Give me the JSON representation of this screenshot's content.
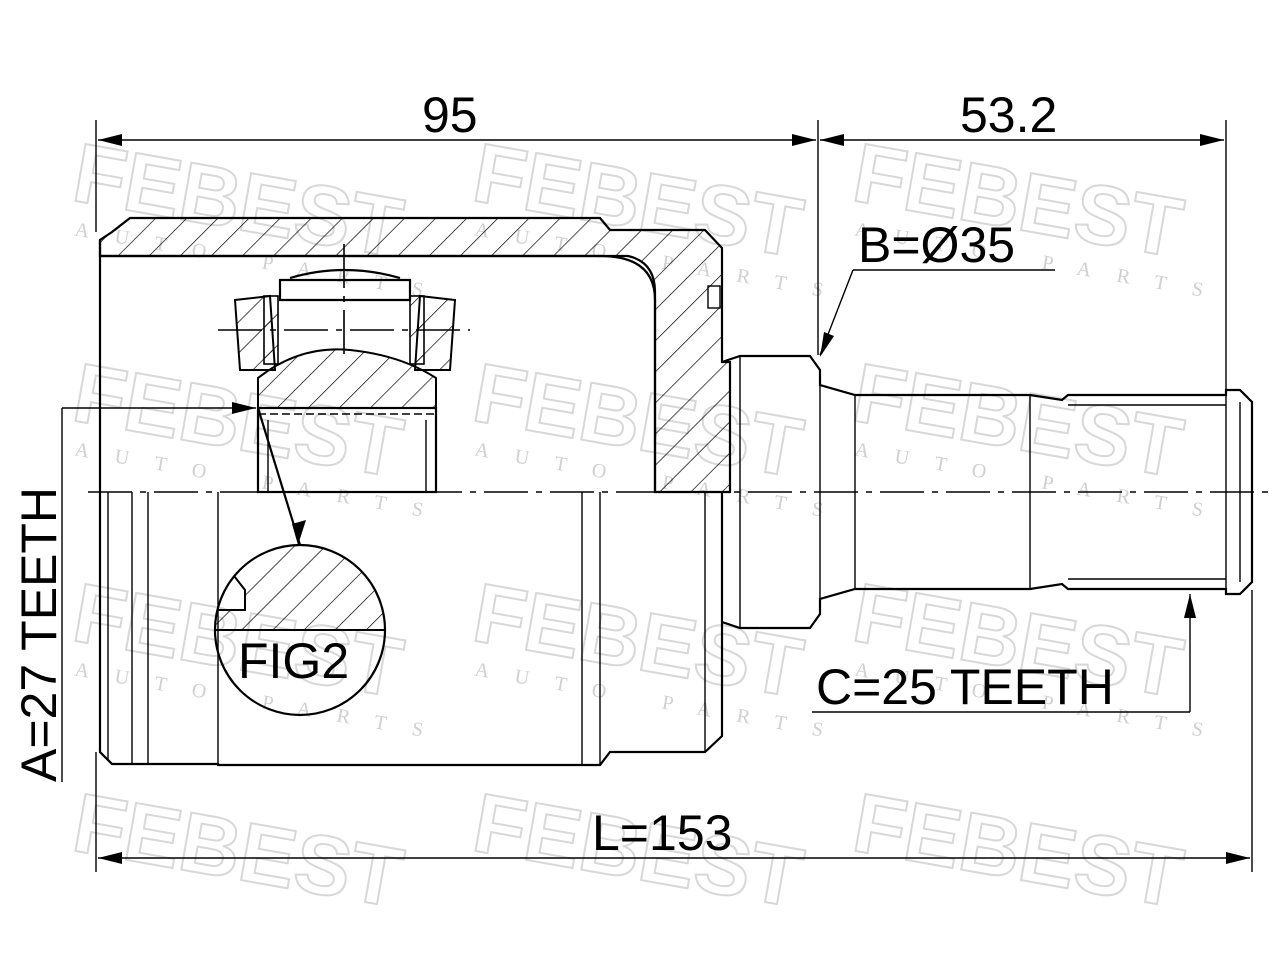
{
  "drawing": {
    "dimensions": {
      "housing_length": "95",
      "shaft_length": "53.2",
      "total_length": "L=153",
      "seal_diameter": "B=Ø35",
      "outer_spline": "C=25 TEETH",
      "inner_spline": "A=27 TEETH"
    },
    "detail_label": "FIG2",
    "watermark": {
      "brand": "FEBEST",
      "tagline": "AUTO PARTS"
    },
    "colors": {
      "line": "#000000",
      "watermark": "#d8d8d8",
      "background": "#ffffff"
    }
  }
}
